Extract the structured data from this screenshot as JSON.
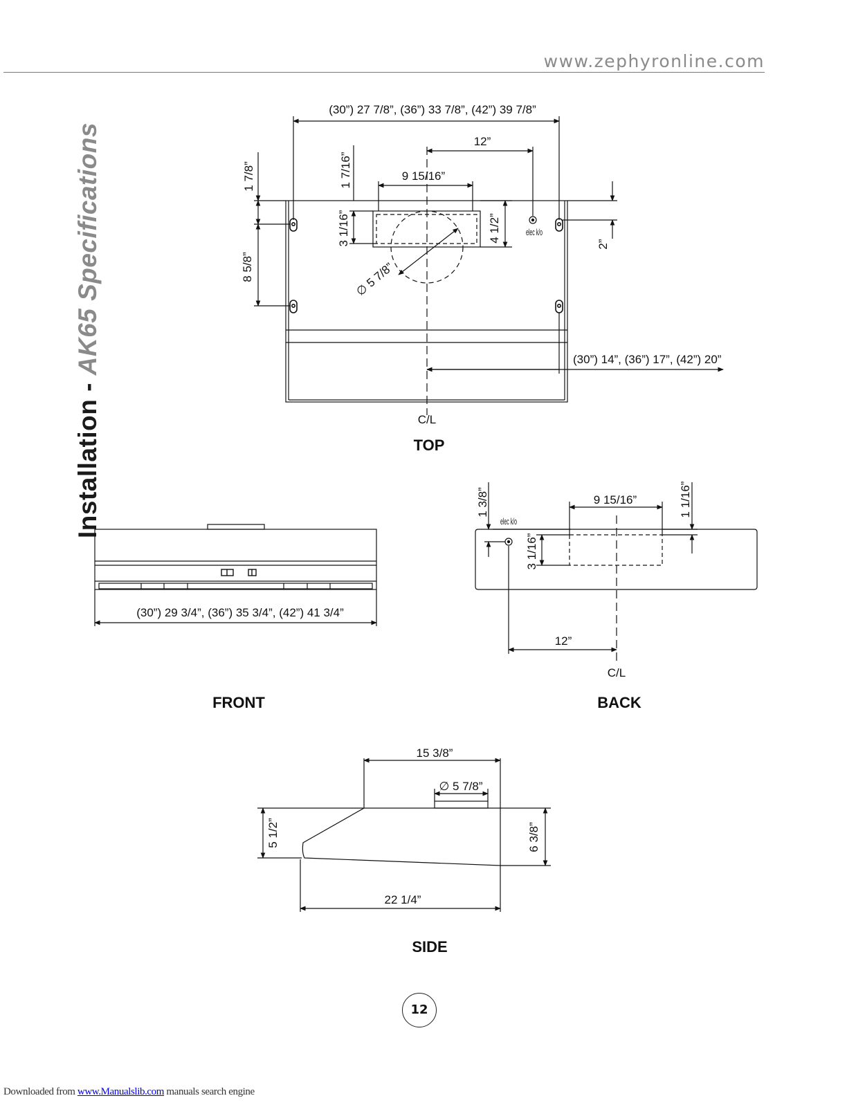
{
  "header": {
    "url": "www.zephyronline.com"
  },
  "title": {
    "part1": "Installation - ",
    "part2": "AK65 Specifications"
  },
  "top_view": {
    "label": "TOP",
    "dim_width": "(30”) 27 7/8”, (36”) 33 7/8”, (42”) 39 7/8”",
    "dim_12": "12”",
    "dim_9_15_16": "9 15/16”",
    "dim_1_7_8": "1 7/8”",
    "dim_1_7_16": "1 7/16”",
    "dim_8_5_8": "8 5/8”",
    "dim_3_1_16": "3 1/16”",
    "dim_4_1_2": "4 1/2”",
    "dim_2": "2”",
    "dim_dia": "∅ 5 7/8”",
    "elec_ko": "elec k/o",
    "dim_half": "(30”) 14”, (36”) 17”, (42”) 20”",
    "centerline": "C/L"
  },
  "front_view": {
    "label": "FRONT",
    "dim_width": "(30”) 29 3/4”, (36”) 35 3/4”, (42”) 41 3/4”"
  },
  "back_view": {
    "label": "BACK",
    "dim_1_3_8": "1 3/8”",
    "dim_9_15_16": "9 15/16”",
    "dim_1_1_16": "1 1/16”",
    "dim_3_1_16": "3 1/16”",
    "elec_ko": "elec k/o",
    "dim_12": "12”",
    "centerline": "C/L"
  },
  "side_view": {
    "label": "SIDE",
    "dim_15_3_8": "15 3/8”",
    "dim_dia": "∅ 5 7/8”",
    "dim_5_1_2": "5 1/2”",
    "dim_6_3_8": "6 3/8”",
    "dim_22_1_4": "22 1/4”"
  },
  "page_number": "12",
  "footer": {
    "prefix": "Downloaded from ",
    "link": "www.Manualslib.com",
    "suffix": " manuals search engine"
  }
}
